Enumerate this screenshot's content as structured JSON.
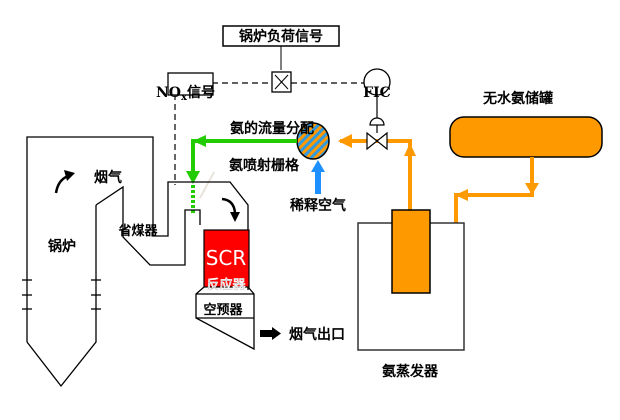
{
  "colors": {
    "ammonia_line": "#ff9900",
    "mixed_line": "#22cc00",
    "air_line": "#1e90ff",
    "scr_fill": "#ff0000",
    "tank_fill": "#ff9900",
    "line": "#000000"
  },
  "labels": {
    "boiler_load_signal": "锅炉负荷信号",
    "nox_signal_prefix": "NO",
    "nox_signal_sub": "x",
    "nox_signal_suffix": "信号",
    "fic": "FIC",
    "ammonia_flow_distribution": "氨的流量分配",
    "ammonia_injection_grid": "氨喷射栅格",
    "dilution_air": "稀释空气",
    "anhydrous_ammonia_tank": "无水氨储罐",
    "flue_gas": "烟气",
    "boiler": "锅炉",
    "economizer": "省煤器",
    "scr": "SCR",
    "reactor": "反应器",
    "air_preheater": "空预器",
    "flue_gas_outlet": "烟气出口",
    "ammonia_evaporator": "氨蒸发器",
    "multiplier_symbol": "×"
  }
}
